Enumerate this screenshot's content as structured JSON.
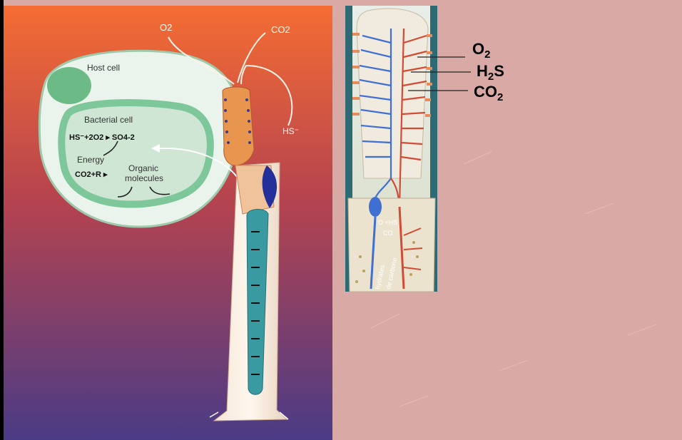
{
  "left_figure": {
    "gas_o2": "O2",
    "gas_co2": "CO2",
    "gas_hs": "HS⁻",
    "host_cell_label": "Host cell",
    "bacterial_cell_label": "Bacterial cell",
    "reaction_oxidation": "HS⁻+2O2 ▸ SO4-2",
    "energy_label": "Energy",
    "reaction_fixation": "CO2+R ▸",
    "organic_molecules_line1": "Organic",
    "organic_molecules_line2": "molecules"
  },
  "right_figure": {
    "inset_text_1": "O  +HS",
    "inset_text_2": "CO",
    "inset_text_3": "hydrates",
    "inset_text_4": "de carbone",
    "gas_labels": {
      "o2": {
        "base": "O",
        "sub": "2",
        "tail": ""
      },
      "h2s": {
        "base": "H",
        "sub": "2",
        "tail": "S"
      },
      "co2": {
        "base": "CO",
        "sub": "2",
        "tail": ""
      }
    }
  },
  "colors": {
    "slide_background": "#d9a9a6",
    "panel_top": "#f06a32",
    "panel_bottom": "#4c3a82",
    "artery_red": "#d24b34",
    "vein_blue": "#3f6fd0",
    "cell_green": "#7ec79a"
  }
}
